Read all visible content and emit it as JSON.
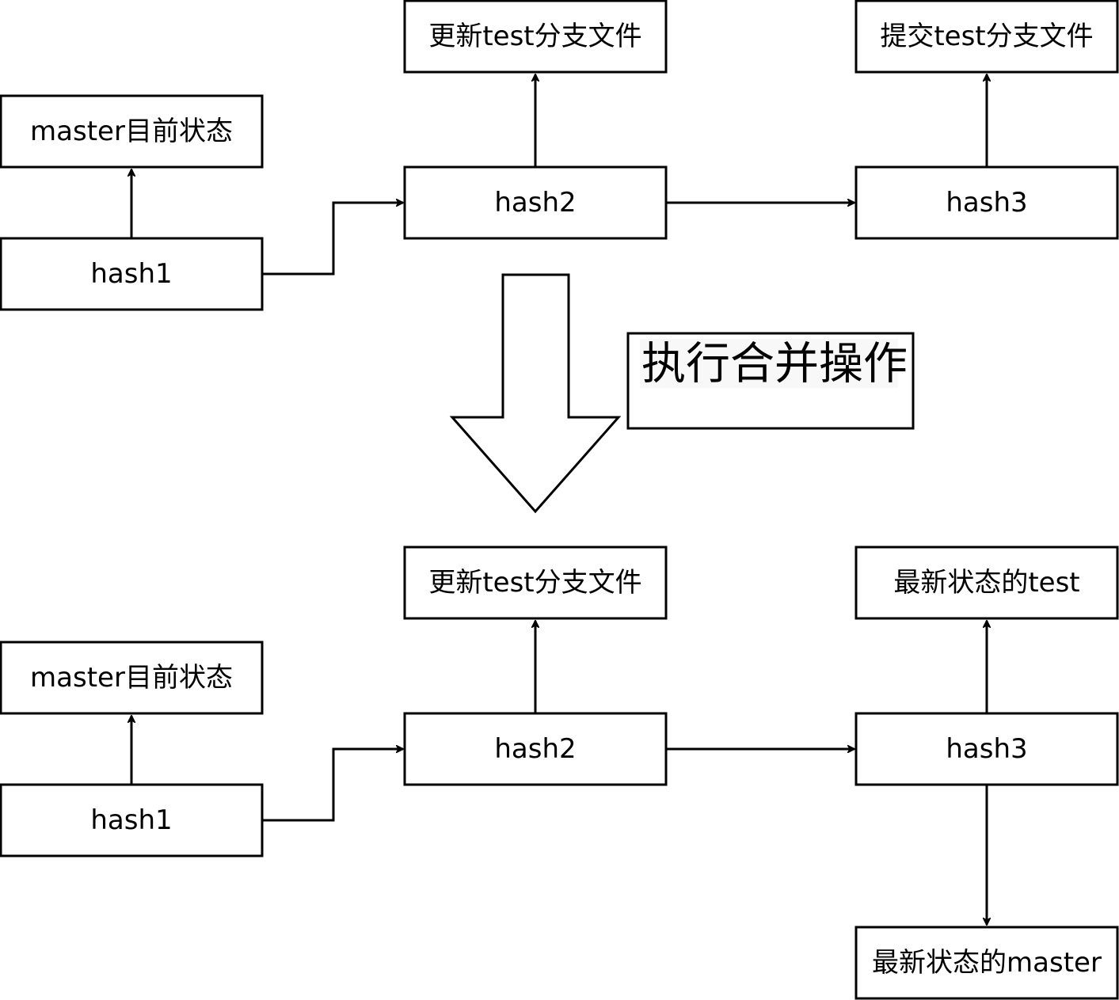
{
  "before": {
    "hash1": "hash1",
    "hash2": "hash2",
    "hash3": "hash3",
    "master_state": "master目前状态",
    "update_test": "更新test分支文件",
    "commit_test": "提交test分支文件"
  },
  "operation": {
    "label": "执行合并操作"
  },
  "after": {
    "hash1": "hash1",
    "hash2": "hash2",
    "hash3": "hash3",
    "master_state": "master目前状态",
    "update_test": "更新test分支文件",
    "latest_test": "最新状态的test",
    "latest_master": "最新状态的master"
  },
  "colors": {
    "stroke": "#000000",
    "fill": "#ffffff",
    "label_bg": "#f8f8f8"
  }
}
